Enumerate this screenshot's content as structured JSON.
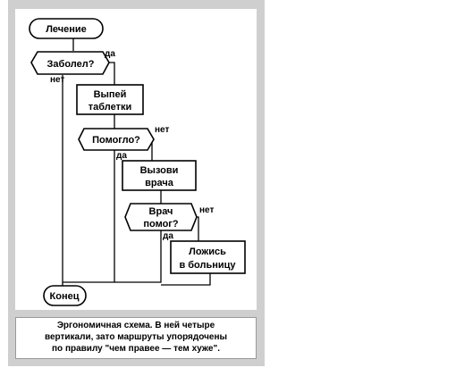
{
  "flowchart": {
    "start": "Лечение",
    "q1": "Заболел?",
    "q1_yes": "да",
    "q1_no": "нет",
    "a1_line1": "Выпей",
    "a1_line2": "таблетки",
    "q2": "Помогло?",
    "q2_no": "нет",
    "q2_yes": "да",
    "a2_line1": "Вызови",
    "a2_line2": "врача",
    "q3_line1": "Врач",
    "q3_line2": "помог?",
    "q3_no": "нет",
    "q3_yes": "да",
    "a3_line1": "Ложись",
    "a3_line2": "в больницу",
    "end": "Конец"
  },
  "caption": {
    "line1": "Эргономичная схема. В ней четыре",
    "line2": "вертикали,  зато маршруты упорядочены",
    "line3": "по правилу \"чем правее — тем хуже\"."
  }
}
